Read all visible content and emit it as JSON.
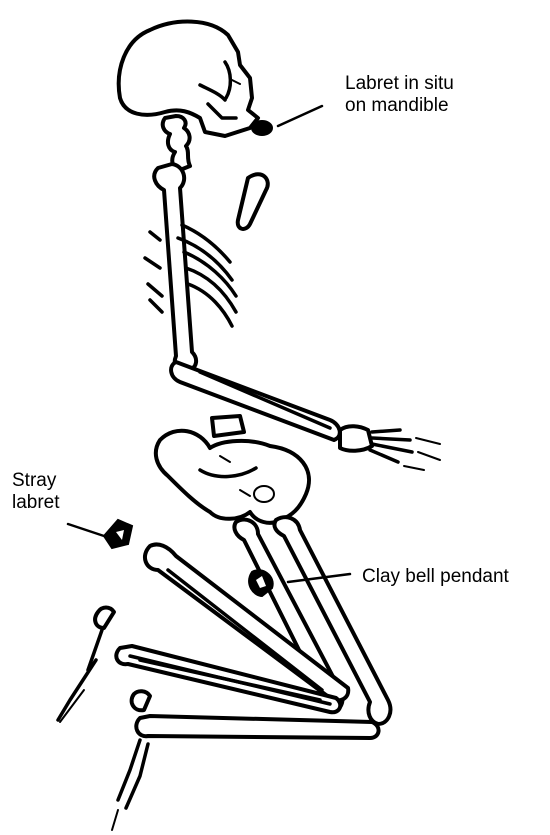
{
  "labels": {
    "labret_in_situ": [
      "Labret in situ",
      "on mandible"
    ],
    "stray_labret": [
      "Stray",
      "labret"
    ],
    "clay_bell_pendant": "Clay bell pendant"
  },
  "colors": {
    "ink": "#000000",
    "background": "#ffffff"
  }
}
